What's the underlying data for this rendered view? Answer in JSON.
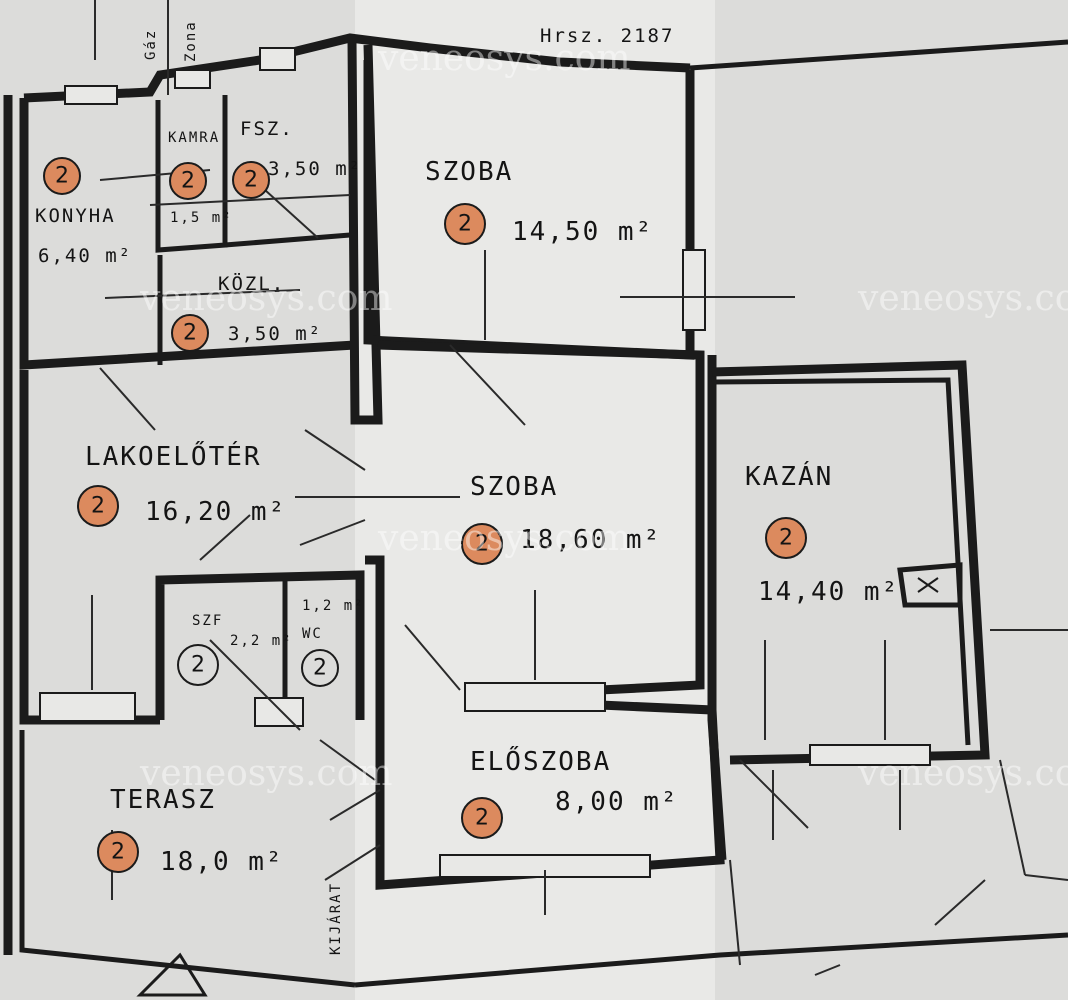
{
  "header_note": "Hrsz. 2187",
  "watermark": "veneosys.com",
  "badge_label": "2",
  "rooms": {
    "konyha": {
      "name": "KONYHA",
      "area": "6,40 m²"
    },
    "kamra": {
      "name": "KAMRA",
      "area": "1,5 m²"
    },
    "fsz": {
      "name": "FSZ.",
      "area": "3,50 m²"
    },
    "szoba1": {
      "name": "SZOBA",
      "area": "14,50 m²"
    },
    "kozl": {
      "name": "KÖZL.",
      "area": "3,50 m²"
    },
    "lakoeloter": {
      "name": "LAKOELŐTÉR",
      "area": "16,20 m²"
    },
    "szoba2": {
      "name": "SZOBA",
      "area": "18,60 m²"
    },
    "kazan": {
      "name": "KAZÁN",
      "area": "14,40 m²"
    },
    "szf": {
      "name": "SZF",
      "area": "2,2 m²"
    },
    "wc": {
      "name": "WC",
      "area": "1,2 m²"
    },
    "eloszoba": {
      "name": "ELŐSZOBA",
      "area": "8,00 m²"
    },
    "terasz": {
      "name": "TERASZ",
      "area": "18,0 m²"
    }
  },
  "margin_notes": {
    "gaz": "Gáz",
    "zona": "Zona",
    "kijarat": "KIJÁRAT"
  },
  "colors": {
    "paper": "#dcdcda",
    "ink": "#1b1b1b",
    "badge": "#dc8a5e"
  }
}
